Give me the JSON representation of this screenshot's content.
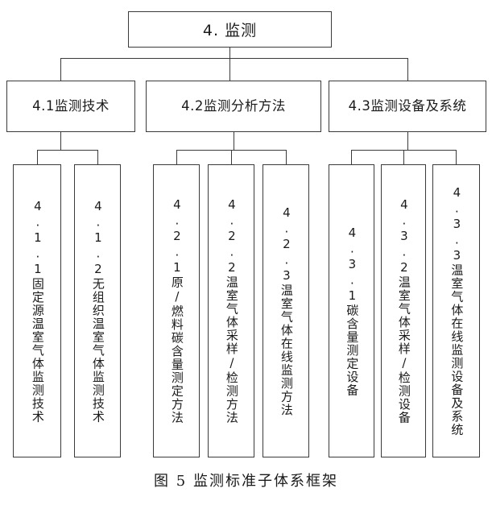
{
  "figure": {
    "caption": "图 5 监测标准子体系框架",
    "root": {
      "label": "4. 监测"
    },
    "level2": [
      {
        "label": "4.1监测技术"
      },
      {
        "label": "4.2监测分析方法"
      },
      {
        "label": "4.3监测设备及系统"
      }
    ],
    "level3": [
      {
        "label": "4.1.1固定源温室气体监测技术"
      },
      {
        "label": "4.1.2无组织温室气体监测技术"
      },
      {
        "label": "4.2.1原/燃料碳含量测定方法"
      },
      {
        "label": "4.2.2温室气体采样/检测方法"
      },
      {
        "label": "4.2.3温室气体在线监测方法"
      },
      {
        "label": "4.3.1碳含量测定设备"
      },
      {
        "label": "4.3.2温室气体采样/检测设备"
      },
      {
        "label": "4.3.3温室气体在线监测设备及系统"
      }
    ],
    "colors": {
      "box_border": "#3a3a3a",
      "connector": "#3a3a3a",
      "text": "#1a1a1a",
      "background": "#ffffff"
    }
  }
}
